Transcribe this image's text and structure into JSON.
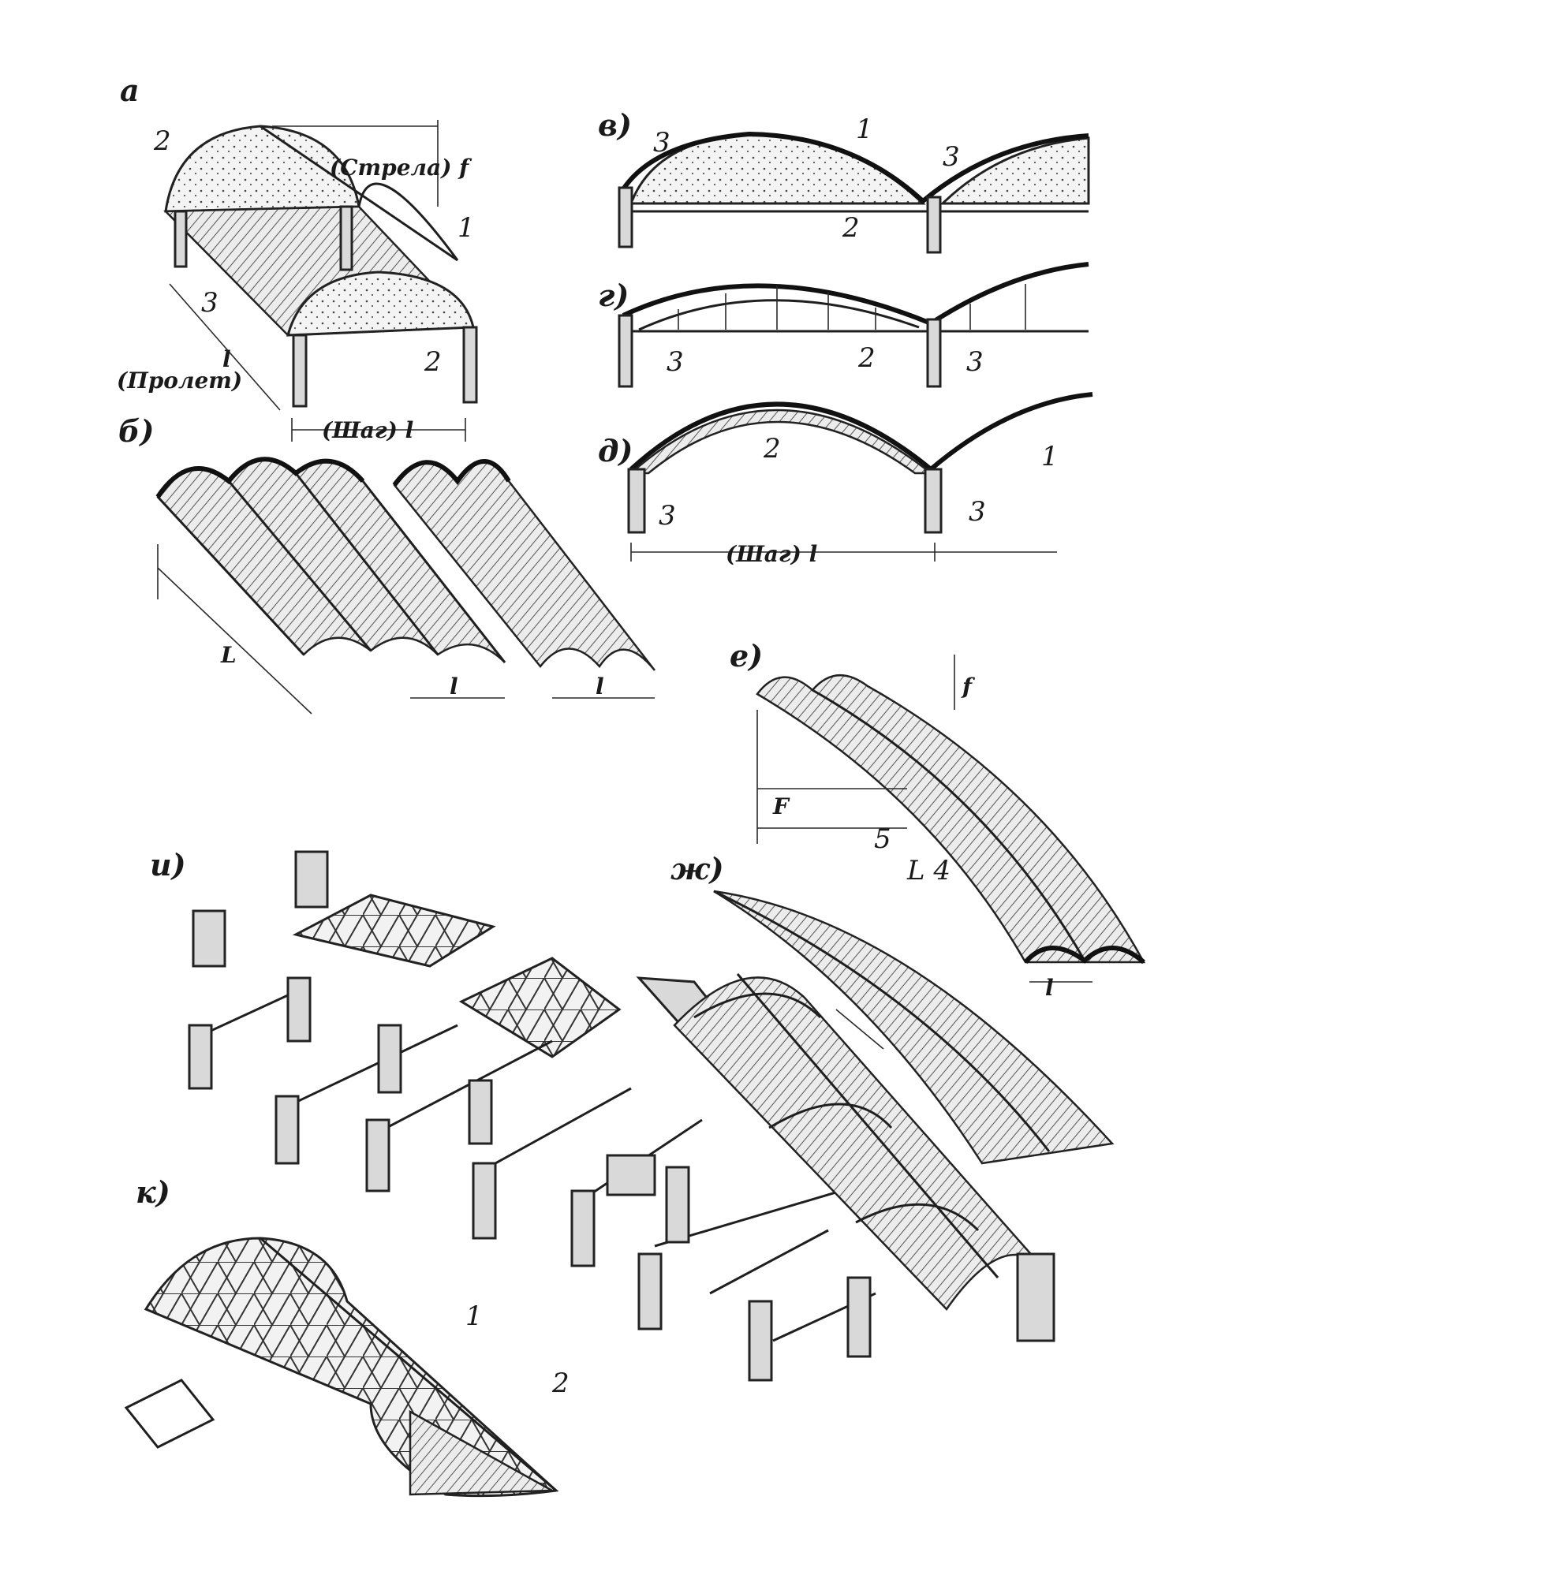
{
  "panels": {
    "a": {
      "tag": "а",
      "label_2_top": "2",
      "label_2_bottom": "2",
      "label_3": "3",
      "label_1": "1",
      "strela": "(Стрела) f",
      "l": "l",
      "prolet": "(Пролет)",
      "shag": "(Шаг) l"
    },
    "b": {
      "tag": "б)",
      "l": "L",
      "l1": "l",
      "l2": "l"
    },
    "v": {
      "tag": "в)",
      "label_1": "1",
      "label_3a": "3",
      "label_3b": "3",
      "label_2": "2"
    },
    "g": {
      "tag": "г)",
      "label_3a": "3",
      "label_3b": "3",
      "label_2": "2"
    },
    "d": {
      "tag": "д)",
      "label_2": "2",
      "label_1": "1",
      "label_3a": "3",
      "label_3b": "3",
      "shag": "(Шаг) l"
    },
    "e": {
      "tag": "е)",
      "f_small": "f",
      "f_big": "F",
      "label_5": "5",
      "label_L4": "L 4",
      "l": "l"
    },
    "zh": {
      "tag": "ж)",
      "label_5": "5",
      "label_4": "4"
    },
    "i": {
      "tag": "и)"
    },
    "k": {
      "tag": "к)",
      "label_1": "1",
      "label_2": "2"
    }
  }
}
